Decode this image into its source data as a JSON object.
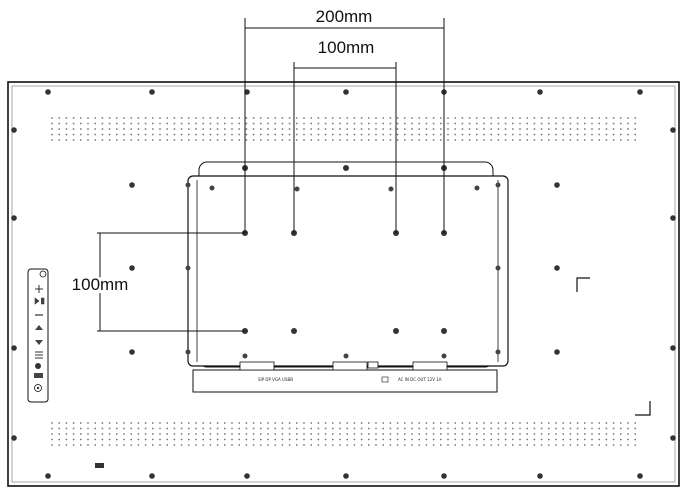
{
  "dimensions": {
    "horizontal_outer": "200mm",
    "horizontal_inner": "100mm",
    "vertical": "100mm"
  },
  "bottom_labels": {
    "left_connector": "SIP DP VGA USBB",
    "right_connector": "AC IN DC OUT 12V 1A"
  },
  "colors": {
    "line": "#111111",
    "screw": "#333333",
    "vent": "#777777"
  }
}
